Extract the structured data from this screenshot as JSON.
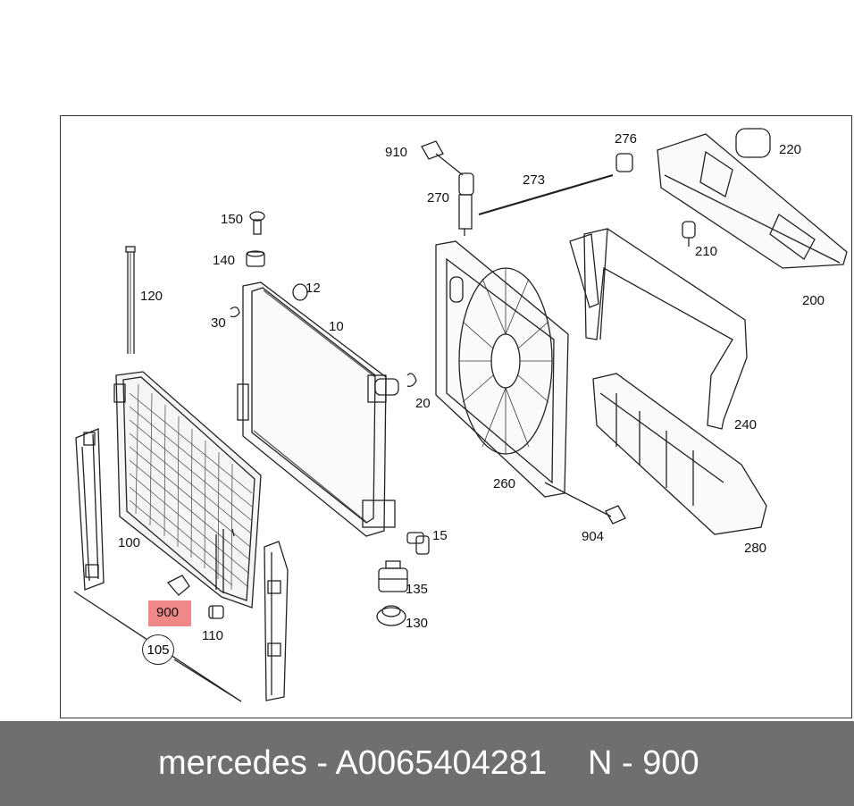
{
  "diagram": {
    "labels": {
      "l10": "10",
      "l12": "12",
      "l15": "15",
      "l20": "20",
      "l30": "30",
      "l100": "100",
      "l105": "105",
      "l110": "110",
      "l120": "120",
      "l130": "130",
      "l135": "135",
      "l140": "140",
      "l150": "150",
      "l200": "200",
      "l210": "210",
      "l220": "220",
      "l240": "240",
      "l260": "260",
      "l270": "270",
      "l273": "273",
      "l276": "276",
      "l280": "280",
      "l900": "900",
      "l904": "904",
      "l910": "910"
    },
    "highlight_color": "#ef7b7b"
  },
  "footer": {
    "brand_part": "mercedes - A0065404281",
    "position": "N - 900"
  }
}
